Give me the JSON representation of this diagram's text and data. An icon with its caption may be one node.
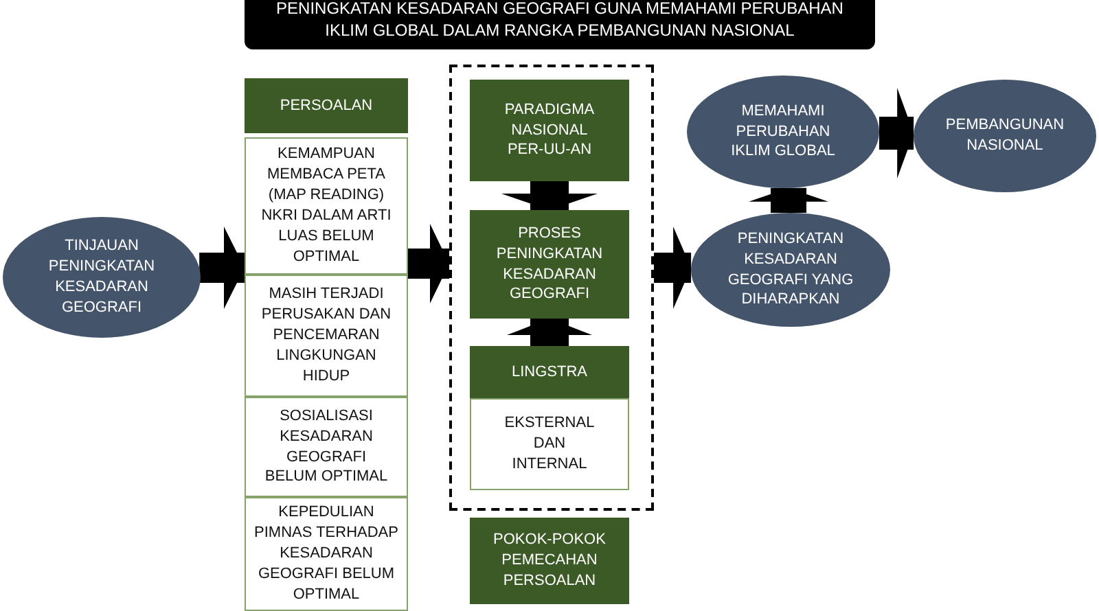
{
  "diagram": {
    "title": "PENINGKATAN KESADARAN GEOGRAFI GUNA MEMAHAMI PERUBAHAN IKLIM GLOBAL DALAM RANGKA PEMBANGUNAN NASIONAL",
    "nodes": [
      {
        "text": [
          "TINJAUAN PENINGKATAN KESADARAN GEOGRAFI"
        ]
      },
      {
        "text": [
          "PERSOALAN"
        ]
      },
      {
        "text": [
          "KEMAMPUAN MEMBACA PETA (MAP READING) NKRI DALAM ARTI LUAS BELUM OPTIMAL"
        ]
      },
      {
        "text": [
          "MASIH TERJADI PERUSAKAN DAN PENCEMARAN LINGKUNGAN HIDUP"
        ]
      },
      {
        "text": [
          "SOSIALISASI KESADARAN GEOGRAFI BELUM OPTIMAL"
        ]
      },
      {
        "text": [
          "KEPEDULIAN PIMNAS TERHADAP KESADARAN GEOGRAFI BELUM OPTIMAL"
        ]
      },
      {
        "text": [],
        "shape": "box"
      },
      {
        "text": [
          "PARADIGMA NASIONAL PER-UU-AN"
        ],
        "in": 6
      },
      {
        "text": [
          "PROSES PENINGKATAN KESADARAN GEOGRAFI"
        ],
        "in": 6
      },
      {
        "text": [
          "LINGSTRA"
        ],
        "in": 6
      },
      {
        "text": [
          "EKSTERNAL DAN INTERNAL"
        ],
        "in": 6
      },
      {
        "text": [
          "POKOK-POKOK PEMECAHAN PERSOALAN"
        ]
      },
      {
        "text": [
          "MEMAHAMI PERUBAHAN IKLIM GLOBAL"
        ]
      },
      {
        "text": [
          "PENINGKATAN KESADARAN GEOGRAFI YANG DIHARAPKAN"
        ]
      },
      {
        "text": [
          "PEMBANGUNAN NASIONAL"
        ]
      }
    ],
    "edges": [
      {
        "from": 0,
        "to": 2,
        "arrow": "to"
      },
      {
        "from": 2,
        "to": 6,
        "arrow": "to"
      },
      {
        "from": 6,
        "to": 13,
        "arrow": "to"
      },
      {
        "from": 7,
        "to": 8,
        "arrow": "to"
      },
      {
        "from": 9,
        "to": 8,
        "arrow": "to"
      },
      {
        "from": 13,
        "to": 12,
        "arrow": "to"
      },
      {
        "from": 12,
        "to": 14,
        "arrow": "to"
      }
    ]
  }
}
